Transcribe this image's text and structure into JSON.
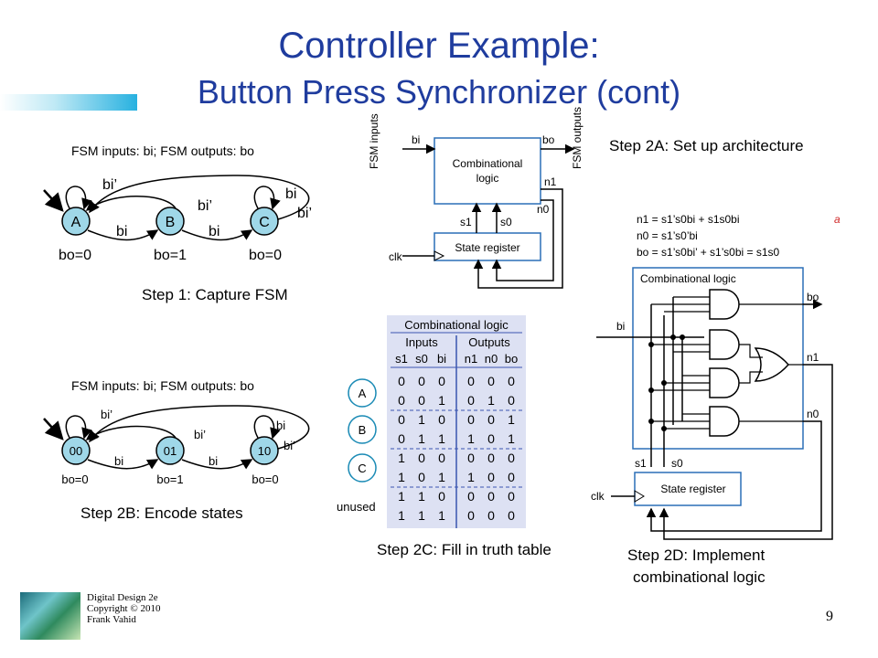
{
  "title": {
    "line1": "Controller Example:",
    "line2": "Button Press Synchronizer (cont)"
  },
  "fsm1": {
    "caption": "FSM inputs: bi; FSM outputs: bo",
    "states": [
      "A",
      "B",
      "C"
    ],
    "outputs": [
      "bo=0",
      "bo=1",
      "bo=0"
    ],
    "t_a_loop": "bi’",
    "t_ab": "bi",
    "t_bc": "bi",
    "t_b_back": "bi’",
    "t_c_loop": "bi",
    "t_c_back": "bi’",
    "step": "Step 1: Capture FSM"
  },
  "fsm2": {
    "caption": "FSM inputs: bi; FSM outputs: bo",
    "states": [
      "00",
      "01",
      "10"
    ],
    "outputs": [
      "bo=0",
      "bo=1",
      "bo=0"
    ],
    "t_a_loop": "bi’",
    "t_ab": "bi",
    "t_bc": "bi",
    "t_b_back": "bi’",
    "t_c_loop": "bi",
    "t_c_back": "bi’",
    "step": "Step 2B: Encode states"
  },
  "arch": {
    "fsm_inputs": "FSM inputs",
    "fsm_outputs": "FSM outputs",
    "bi": "bi",
    "bo": "bo",
    "comb1": "Combinational",
    "comb2": "logic",
    "n1": "n1",
    "n0": "n0",
    "s1": "s1",
    "s0": "s0",
    "state_register": "State register",
    "clk": "clk",
    "step": "Step 2A: Set up architecture"
  },
  "truth": {
    "title": "Combinational logic",
    "inputs": "Inputs",
    "outputs": "Outputs",
    "headers": [
      "s1",
      "s0",
      "bi",
      "n1",
      "n0",
      "bo"
    ],
    "rows": [
      [
        "0",
        "0",
        "0",
        "0",
        "0",
        "0"
      ],
      [
        "0",
        "0",
        "1",
        "0",
        "1",
        "0"
      ],
      [
        "0",
        "1",
        "0",
        "0",
        "0",
        "1"
      ],
      [
        "0",
        "1",
        "1",
        "1",
        "0",
        "1"
      ],
      [
        "1",
        "0",
        "0",
        "0",
        "0",
        "0"
      ],
      [
        "1",
        "0",
        "1",
        "1",
        "0",
        "0"
      ],
      [
        "1",
        "1",
        "0",
        "0",
        "0",
        "0"
      ],
      [
        "1",
        "1",
        "1",
        "0",
        "0",
        "0"
      ]
    ],
    "groups": [
      "A",
      "B",
      "C"
    ],
    "unused": "unused",
    "step": "Step 2C: Fill in truth table"
  },
  "impl": {
    "eq1": "n1 = s1’s0bi + s1s0bi",
    "eq2": "n0 = s1’s0’bi",
    "eq3": "bo = s1’s0bi’ + s1’s0bi = s1s0",
    "mark": "a",
    "comb": "Combinational logic",
    "bi": "bi",
    "bo": "bo",
    "n1": "n1",
    "n0": "n0",
    "s1": "s1",
    "s0": "s0",
    "state_register": "State register",
    "clk": "clk",
    "step1": "Step 2D: Implement",
    "step2": "combinational logic"
  },
  "footer": {
    "line1": "Digital Design 2e",
    "line2": "Copyright © 2010",
    "line3": "Frank Vahid"
  },
  "page_number": "9",
  "colors": {
    "title": "#1f3c9e",
    "table_bg": "#dde1f3",
    "table_divider": "#3a55b0",
    "logic_border": "#2a6fb7"
  }
}
